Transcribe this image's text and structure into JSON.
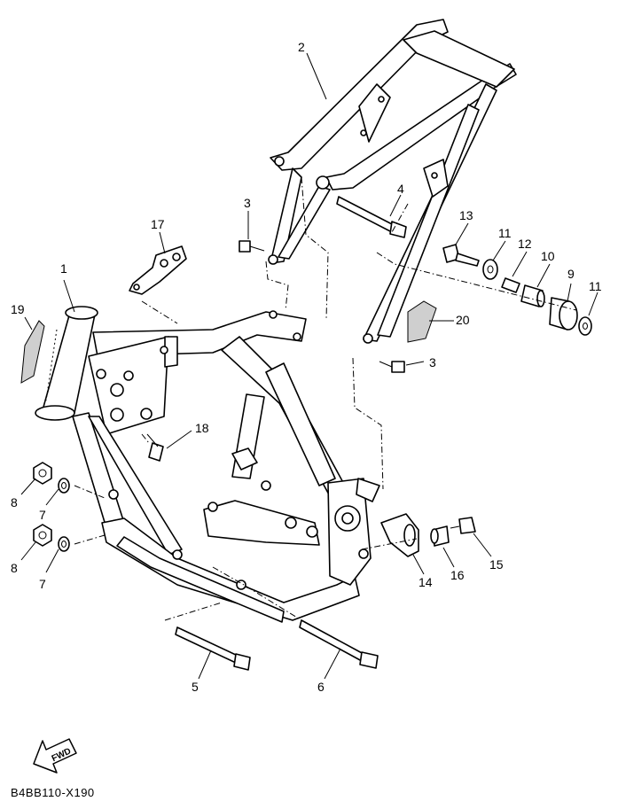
{
  "callouts": [
    {
      "n": "1"
    },
    {
      "n": "2"
    },
    {
      "n": "3"
    },
    {
      "n": "3"
    },
    {
      "n": "4"
    },
    {
      "n": "5"
    },
    {
      "n": "6"
    },
    {
      "n": "7"
    },
    {
      "n": "7"
    },
    {
      "n": "8"
    },
    {
      "n": "8"
    },
    {
      "n": "9"
    },
    {
      "n": "10"
    },
    {
      "n": "11"
    },
    {
      "n": "11"
    },
    {
      "n": "12"
    },
    {
      "n": "13"
    },
    {
      "n": "14"
    },
    {
      "n": "15"
    },
    {
      "n": "16"
    },
    {
      "n": "17"
    },
    {
      "n": "18"
    },
    {
      "n": "19"
    },
    {
      "n": "20"
    }
  ],
  "fwd_label": "FWD",
  "diagram_code": "B4BB110-X190"
}
